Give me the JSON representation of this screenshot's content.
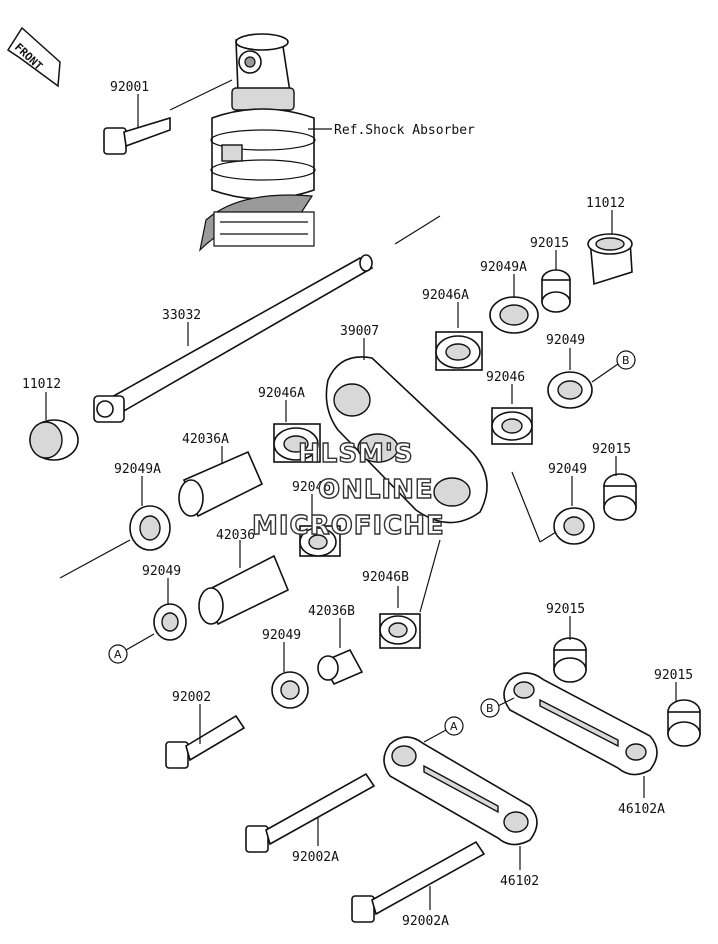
{
  "front_badge": "FRONT",
  "ref_label": "Ref.Shock Absorber",
  "watermark": [
    "HLSM'S",
    "ONLINE",
    "MICROFICHE"
  ],
  "callouts": {
    "a": "A",
    "b": "B"
  },
  "labels": {
    "p92001": "92001",
    "p11012_top": "11012",
    "p92015_top": "92015",
    "p92049A_top": "92049A",
    "p92046A_top": "92046A",
    "p39007": "39007",
    "p92049_right": "92049",
    "p33032": "33032",
    "p11012_left": "11012",
    "p92046A_mid": "92046A",
    "p92046_right": "92046",
    "p42036A": "42036A",
    "p92015_mid": "92015",
    "p92049A_left": "92049A",
    "p92046_mid": "92046",
    "p92049_mid": "92049",
    "p42036": "42036",
    "p92049_left": "92049",
    "p92046B": "92046B",
    "p42036B": "42036B",
    "p92015_low": "92015",
    "p92049_low": "92049",
    "p92002": "92002",
    "p92015_far": "92015",
    "p46102A": "46102A",
    "p92002A_1": "92002A",
    "p46102": "46102",
    "p92002A_2": "92002A"
  }
}
